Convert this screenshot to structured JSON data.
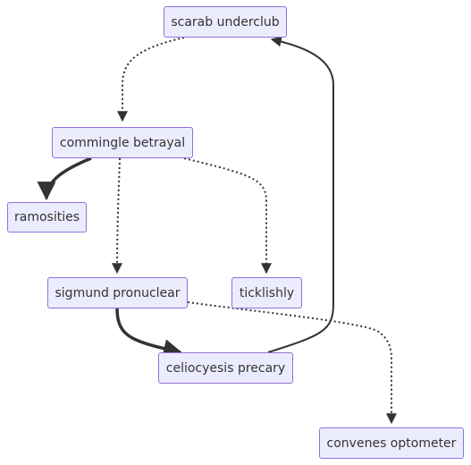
{
  "nodes": {
    "scarab": "scarab underclub",
    "commingle": "commingle betrayal",
    "ramosities": "ramosities",
    "sigmund": "sigmund pronuclear",
    "ticklishly": "ticklishly",
    "celiocyesis": "celiocyesis precary",
    "convenes": "convenes optometer"
  },
  "edges": [
    {
      "from": "scarab",
      "to": "commingle",
      "style": "dotted"
    },
    {
      "from": "commingle",
      "to": "ramosities",
      "style": "thick"
    },
    {
      "from": "commingle",
      "to": "sigmund",
      "style": "dotted"
    },
    {
      "from": "commingle",
      "to": "ticklishly",
      "style": "dotted"
    },
    {
      "from": "sigmund",
      "to": "celiocyesis",
      "style": "thick"
    },
    {
      "from": "sigmund",
      "to": "convenes",
      "style": "dotted"
    },
    {
      "from": "celiocyesis",
      "to": "scarab",
      "style": "solid"
    }
  ],
  "colors": {
    "node_fill": "#ECECFF",
    "node_border": "#9370DB",
    "edge": "#333333",
    "text": "#333333"
  }
}
